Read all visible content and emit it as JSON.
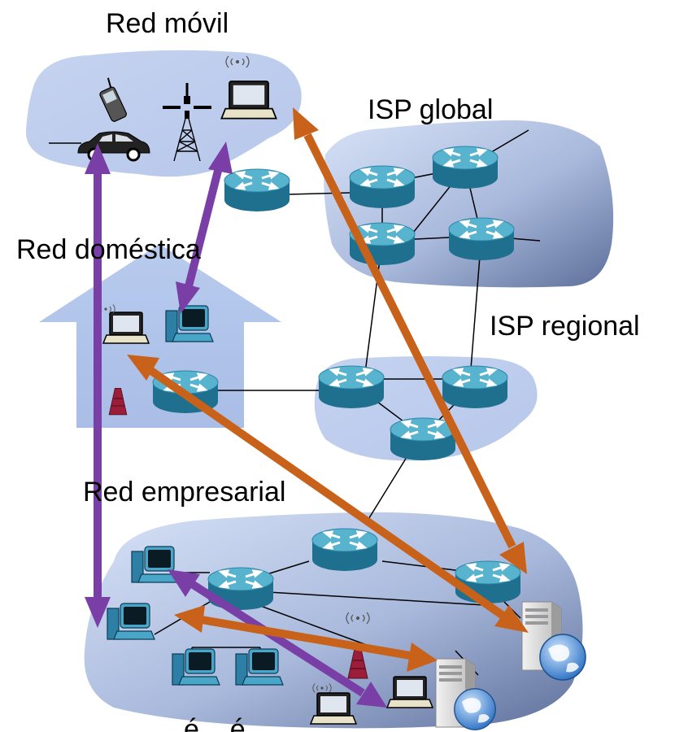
{
  "labels": {
    "mobile_network": "Red móvil",
    "global_isp": "ISP global",
    "home_network": "Red doméstica",
    "regional_isp": "ISP regional",
    "enterprise_network": "Red empresarial",
    "bottom_partial": "é    é"
  },
  "colors": {
    "cloud_light": "#c9d7f2",
    "cloud_dark": "#5d6f9a",
    "router_top": "#58b3cf",
    "router_side": "#1f6f8f",
    "purple_arrow": "#7a3fa6",
    "orange_arrow": "#c8621a",
    "link": "#000000"
  },
  "icons": {
    "router": "router-icon",
    "laptop": "laptop-icon",
    "desktop": "desktop-pc-icon",
    "server": "server-icon",
    "cell_tower": "cell-tower-icon",
    "phone": "mobile-phone-icon",
    "car": "car-icon",
    "wifi_ap": "wireless-access-point-icon",
    "globe": "globe-icon"
  }
}
